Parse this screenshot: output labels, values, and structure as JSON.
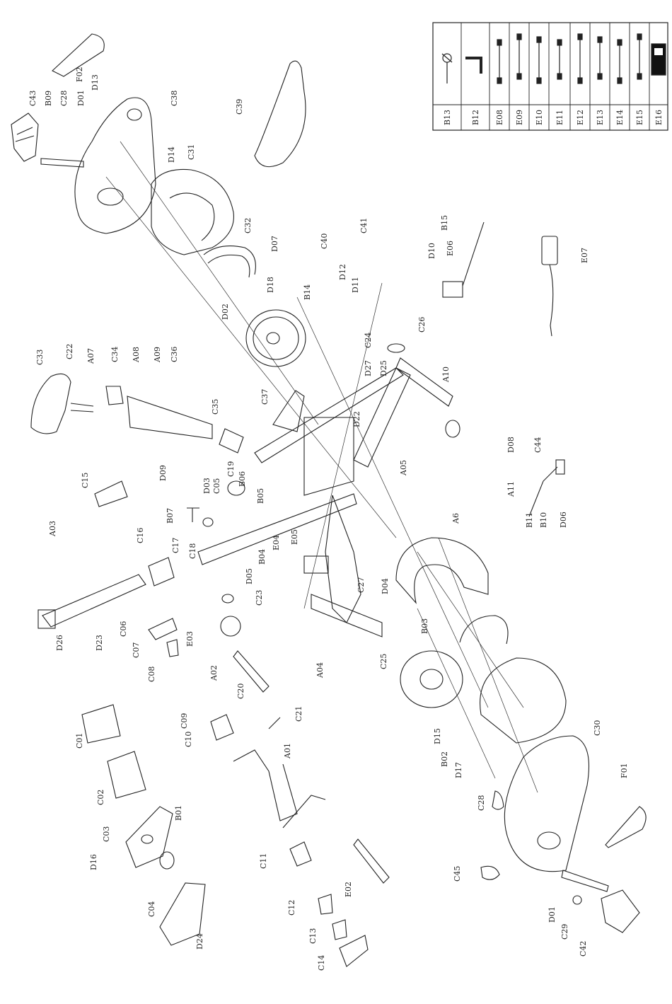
{
  "parts_table": {
    "codes": [
      "B13",
      "B12",
      "E08",
      "E09",
      "E10",
      "E11",
      "E12",
      "E13",
      "E14",
      "E15",
      "E16"
    ],
    "icons": [
      "hex-key-icon",
      "l-wrench-icon",
      "cable-icon",
      "cable-icon",
      "cable-icon",
      "cable-icon",
      "cable-icon",
      "cable-icon",
      "cable-icon",
      "cable-icon",
      "circuit-board-icon"
    ]
  },
  "labels": {
    "F02": "F02",
    "D13": "D13",
    "C43": "C43",
    "B09": "B09",
    "C28": "C28",
    "D01": "D01",
    "C38": "C38",
    "D14": "D14",
    "C31": "C31",
    "C32": "C32",
    "D07": "D07",
    "D02": "D02",
    "D18": "D18",
    "C39": "C39",
    "B14": "B14",
    "C40": "C40",
    "C41": "C41",
    "D12": "D12",
    "D11": "D11",
    "D10": "D10",
    "E06": "E06",
    "B15": "B15",
    "E07": "E07",
    "C33": "C33",
    "C22": "C22",
    "A07": "A07",
    "C34": "C34",
    "A08": "A08",
    "A09": "A09",
    "C36": "C36",
    "C35": "C35",
    "C37": "C37",
    "C24": "C24",
    "C26": "C26",
    "D27": "D27",
    "D25": "D25",
    "A10": "A10",
    "D22": "D22",
    "A05": "A05",
    "C15": "C15",
    "D09": "D09",
    "B07": "B07",
    "D03": "D03",
    "C05": "C05",
    "C19": "C19",
    "B06": "B06",
    "B05": "B05",
    "C17": "C17",
    "C18": "C18",
    "D08": "D08",
    "C44": "C44",
    "A11": "A11",
    "B11": "B11",
    "B10": "B10",
    "D06": "D06",
    "C16": "C16",
    "A03": "A03",
    "B04": "B04",
    "E04": "E04",
    "E05": "E05",
    "A6": "A6",
    "D05": "D05",
    "C23": "C23",
    "D04": "D04",
    "C27": "C27",
    "B03": "B03",
    "C06": "C06",
    "C07": "C07",
    "E03": "E03",
    "D26": "D26",
    "D23": "D23",
    "C08": "C08",
    "A02": "A02",
    "C20": "C20",
    "A04": "A04",
    "C25": "C25",
    "D15": "D15",
    "C09": "C09",
    "C10": "C10",
    "C21": "C21",
    "A01": "A01",
    "C01": "C01",
    "B02": "B02",
    "D17": "D17",
    "C30": "C30",
    "C02": "C02",
    "C28b": "C28",
    "F01": "F01",
    "C03": "C03",
    "B01": "B01",
    "D16": "D16",
    "C11": "C11",
    "C45": "C45",
    "C04": "C04",
    "C12": "C12",
    "E02": "E02",
    "D24": "D24",
    "C13": "C13",
    "C14": "C14",
    "D01b": "D01",
    "C29": "C29",
    "C42": "C42"
  }
}
